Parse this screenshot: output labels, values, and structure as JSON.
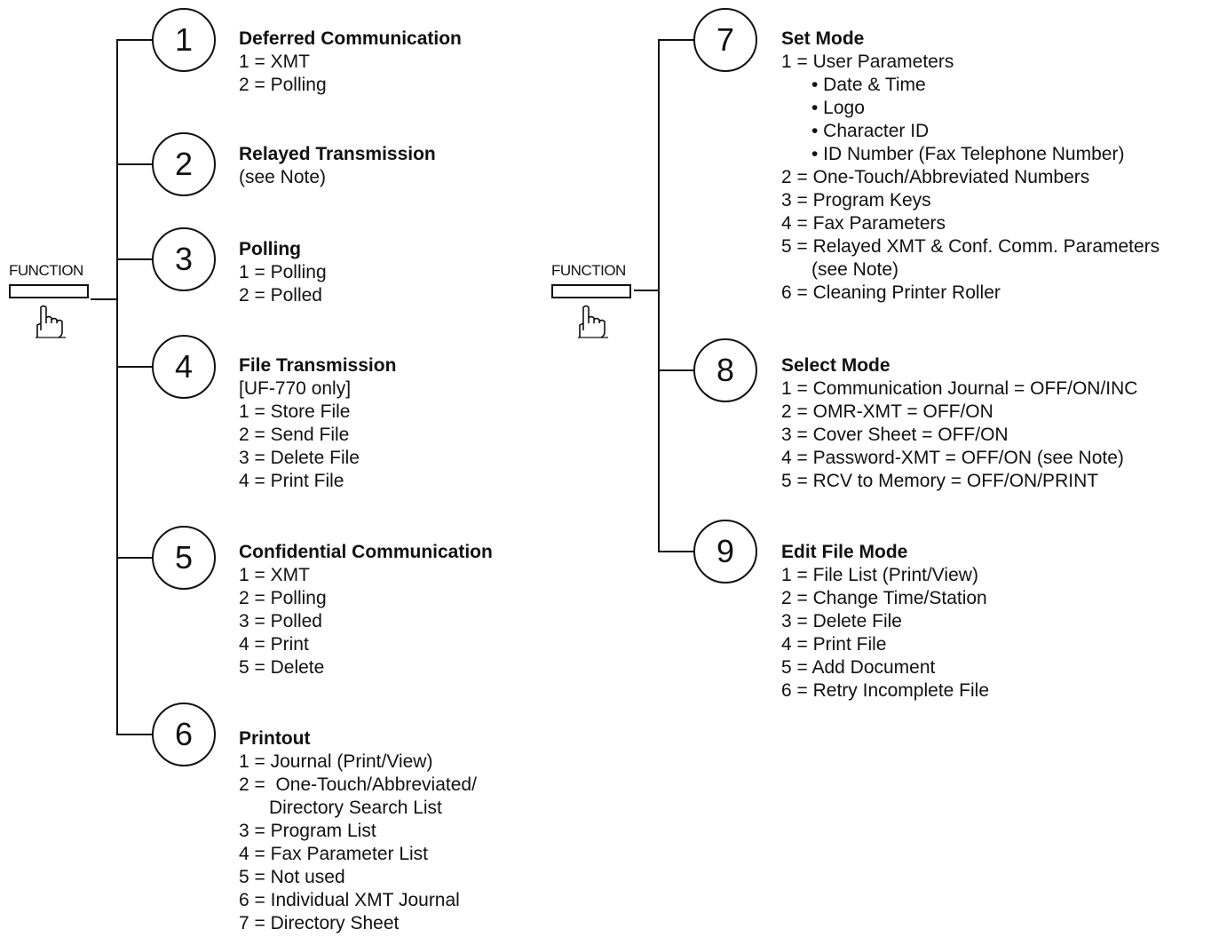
{
  "function_label": "FUNCTION",
  "functions": [
    {
      "number": "1",
      "title": "Deferred Communication",
      "lines": [
        {
          "text": "1 = XMT"
        },
        {
          "text": "2 = Polling"
        }
      ]
    },
    {
      "number": "2",
      "title": "Relayed Transmission",
      "lines": [
        {
          "text": "(see Note)"
        }
      ]
    },
    {
      "number": "3",
      "title": "Polling",
      "lines": [
        {
          "text": "1 = Polling"
        },
        {
          "text": "2 = Polled"
        }
      ]
    },
    {
      "number": "4",
      "title": "File Transmission",
      "lines": [
        {
          "text": "[UF-770 only]"
        },
        {
          "text": "1 = Store File"
        },
        {
          "text": "2 = Send File"
        },
        {
          "text": "3 = Delete File"
        },
        {
          "text": "4 = Print File"
        }
      ]
    },
    {
      "number": "5",
      "title": "Confidential Communication",
      "lines": [
        {
          "text": "1 = XMT"
        },
        {
          "text": "2 = Polling"
        },
        {
          "text": "3 = Polled"
        },
        {
          "text": "4 = Print"
        },
        {
          "text": "5 = Delete"
        }
      ]
    },
    {
      "number": "6",
      "title": "Printout",
      "lines": [
        {
          "text": "1 = Journal (Print/View)"
        },
        {
          "text": "2 =  One-Touch/Abbreviated/"
        },
        {
          "text": "Directory Search List",
          "indent": true
        },
        {
          "text": "3 = Program List"
        },
        {
          "text": "4 = Fax Parameter List"
        },
        {
          "text": "5 = Not used"
        },
        {
          "text": "6 = Individual XMT Journal"
        },
        {
          "text": "7 = Directory Sheet"
        }
      ]
    },
    {
      "number": "7",
      "title": "Set Mode",
      "lines": [
        {
          "text": "1 = User Parameters"
        },
        {
          "text": "• Date & Time",
          "indent": true
        },
        {
          "text": "• Logo",
          "indent": true
        },
        {
          "text": "• Character ID",
          "indent": true
        },
        {
          "text": "• ID Number (Fax Telephone Number)",
          "indent": true
        },
        {
          "text": "2 = One-Touch/Abbreviated Numbers"
        },
        {
          "text": "3 = Program Keys"
        },
        {
          "text": "4 = Fax Parameters"
        },
        {
          "text": "5 = Relayed XMT & Conf. Comm. Parameters"
        },
        {
          "text": "(see Note)",
          "indent": true
        },
        {
          "text": "6 = Cleaning Printer Roller"
        }
      ]
    },
    {
      "number": "8",
      "title": "Select Mode",
      "lines": [
        {
          "text": "1 = Communication Journal = OFF/ON/INC"
        },
        {
          "text": "2 = OMR-XMT = OFF/ON"
        },
        {
          "text": "3 = Cover Sheet = OFF/ON"
        },
        {
          "text": "4 = Password-XMT = OFF/ON (see Note)"
        },
        {
          "text": "5 = RCV to Memory = OFF/ON/PRINT"
        }
      ]
    },
    {
      "number": "9",
      "title": "Edit File Mode",
      "lines": [
        {
          "text": "1 = File List (Print/View)"
        },
        {
          "text": "2 = Change Time/Station"
        },
        {
          "text": "3 = Delete File"
        },
        {
          "text": "4 = Print File"
        },
        {
          "text": "5 = Add Document"
        },
        {
          "text": "6 = Retry Incomplete File"
        }
      ]
    }
  ]
}
